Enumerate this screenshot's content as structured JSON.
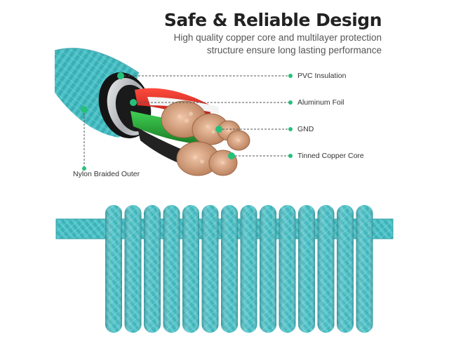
{
  "header": {
    "title": "Safe & Reliable Design",
    "subtitle_line1": "High quality copper core and multilayer protection",
    "subtitle_line2": "structure ensure long lasting performance"
  },
  "callouts": {
    "pvc": "PVC Insulation",
    "foil": "Aluminum Foil",
    "gnd": "GND",
    "copper": "Tinned Copper Core",
    "nylon": "Nylon Braided Outer"
  },
  "colors": {
    "cable": "#4fc3c8",
    "cable_dark": "#2a8f96",
    "dot": "#26c07a",
    "wire_red": "#d9221f",
    "wire_green": "#27a336",
    "copper": "#d9a07c",
    "foil": "#c9ccd0"
  }
}
